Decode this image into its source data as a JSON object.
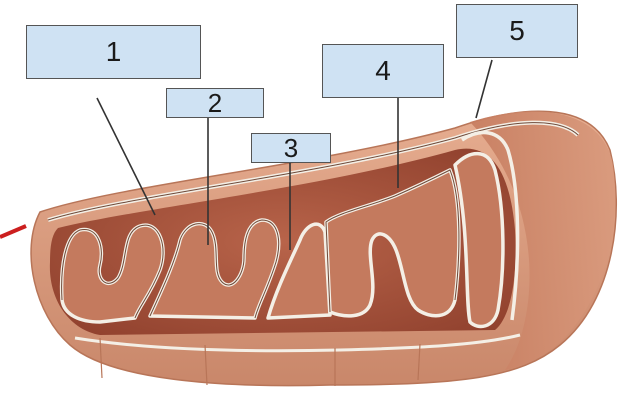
{
  "labels": [
    {
      "id": "1",
      "text": "1"
    },
    {
      "id": "2",
      "text": "2"
    },
    {
      "id": "3",
      "text": "3"
    },
    {
      "id": "4",
      "text": "4"
    },
    {
      "id": "5",
      "text": "5"
    }
  ],
  "colors": {
    "outer_body": "#d8987a",
    "outer_edge": "#c98466",
    "inner_fill": "#a8523c",
    "cristae": "#c47a5e",
    "membrane": "#f4efe6",
    "membrane_outline": "#6e4a3a",
    "label_fill": "#cfe2f3",
    "label_border": "#555555",
    "pointer": "#333333",
    "red_tick": "#cc1f1f"
  }
}
